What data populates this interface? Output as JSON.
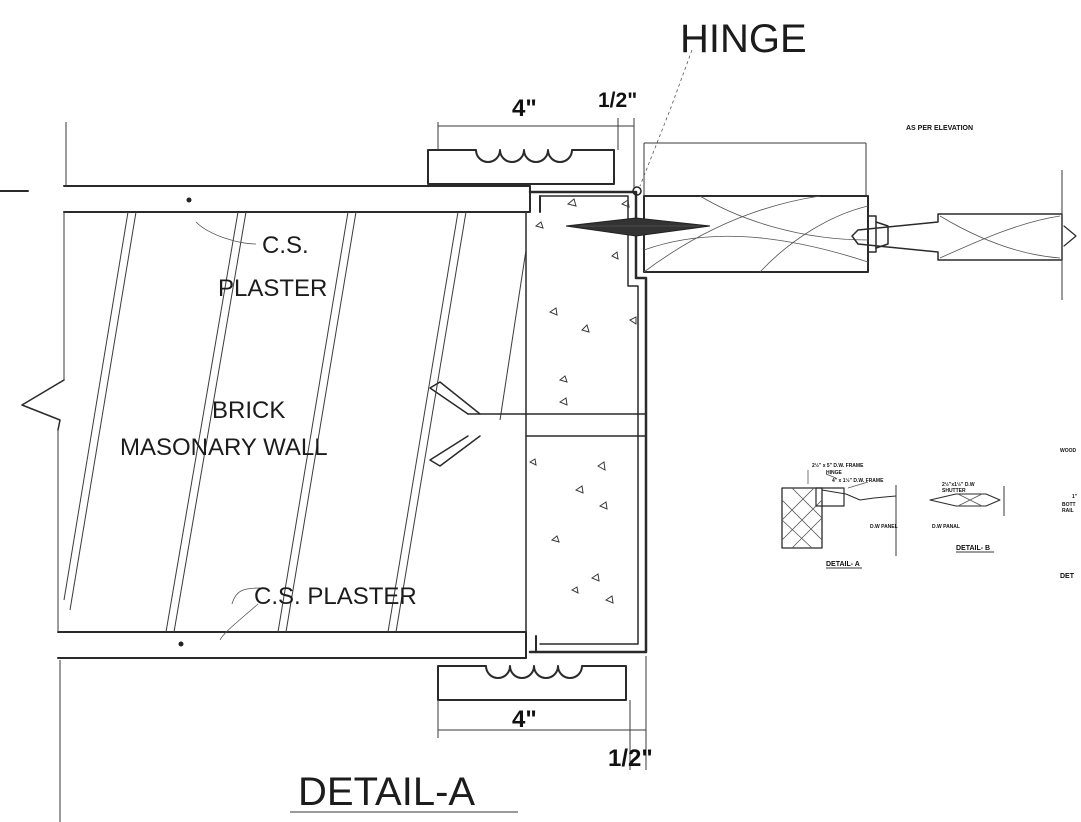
{
  "labels": {
    "hinge": "HINGE",
    "dim_top_width": "4\"",
    "dim_top_gap": "1/2\"",
    "dim_bottom_width": "4\"",
    "dim_bottom_gap": "1/2\"",
    "cs_plaster_top_line1": "C.S.",
    "cs_plaster_top_line2": "PLASTER",
    "brick_line1": "BRICK",
    "brick_line2": "MASONARY WALL",
    "cs_plaster_bottom": "C.S. PLASTER",
    "as_per_elevation": "AS PER ELEVATION",
    "title": "DETAIL-A"
  },
  "inset": {
    "detail_a_title": "DETAIL- A",
    "detail_b_title": "DETAIL- B",
    "frame_note": "2½\" x 5\" D.W. FRAME",
    "hinge_note": "HINGE",
    "frame_note2": "4\" x 1½\" D.W. FRAME",
    "dw_panel_a": "D.W PANEL",
    "shutter_note_1": "2½\"x1½\" D.W",
    "shutter_note_2": "SHUTTER",
    "dw_panel_b": "D.W PANAL",
    "wood_note": "WOOD",
    "partial_1": "1\"",
    "partial_2": "BOTT",
    "partial_3": "RAIL",
    "partial_title": "DET"
  }
}
